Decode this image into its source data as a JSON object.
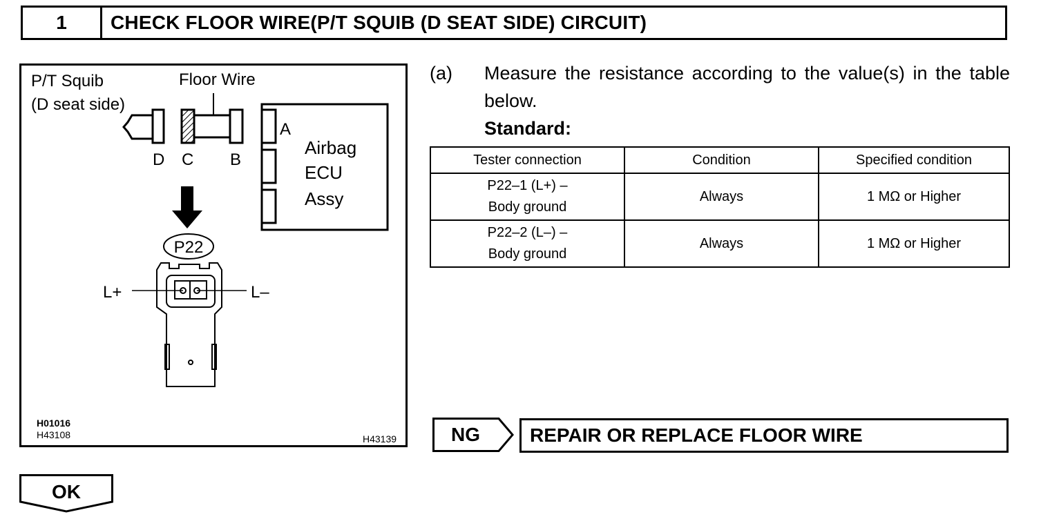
{
  "header": {
    "step_number": "1",
    "title": "CHECK FLOOR WIRE(P/T SQUIB (D SEAT SIDE) CIRCUIT)"
  },
  "figure": {
    "label_squib_line1": "P/T Squib",
    "label_squib_line2": "(D seat side)",
    "label_floor_wire": "Floor Wire",
    "label_a": "A",
    "label_b": "B",
    "label_c": "C",
    "label_d": "D",
    "ecu_line1": "Airbag",
    "ecu_line2": "ECU",
    "ecu_line3": "Assy",
    "connector_label": "P22",
    "label_l_plus": "L+",
    "label_l_minus": "L–",
    "ref_code_1": "H01016",
    "ref_code_2": "H43108",
    "ref_code_3": "H43139"
  },
  "step": {
    "letter": "(a)",
    "text": "Measure the resistance according to the value(s) in the table below.",
    "standard_label": "Standard:"
  },
  "table": {
    "headers": [
      "Tester connection",
      "Condition",
      "Specified condition"
    ],
    "rows": [
      {
        "connection_line1": "P22–1 (L+) –",
        "connection_line2": "Body ground",
        "condition": "Always",
        "specified": "1 MΩ or Higher"
      },
      {
        "connection_line1": "P22–2 (L–) –",
        "connection_line2": "Body ground",
        "condition": "Always",
        "specified": "1 MΩ or Higher"
      }
    ]
  },
  "results": {
    "ng_label": "NG",
    "ng_action": "REPAIR OR REPLACE FLOOR WIRE",
    "ok_label": "OK"
  }
}
